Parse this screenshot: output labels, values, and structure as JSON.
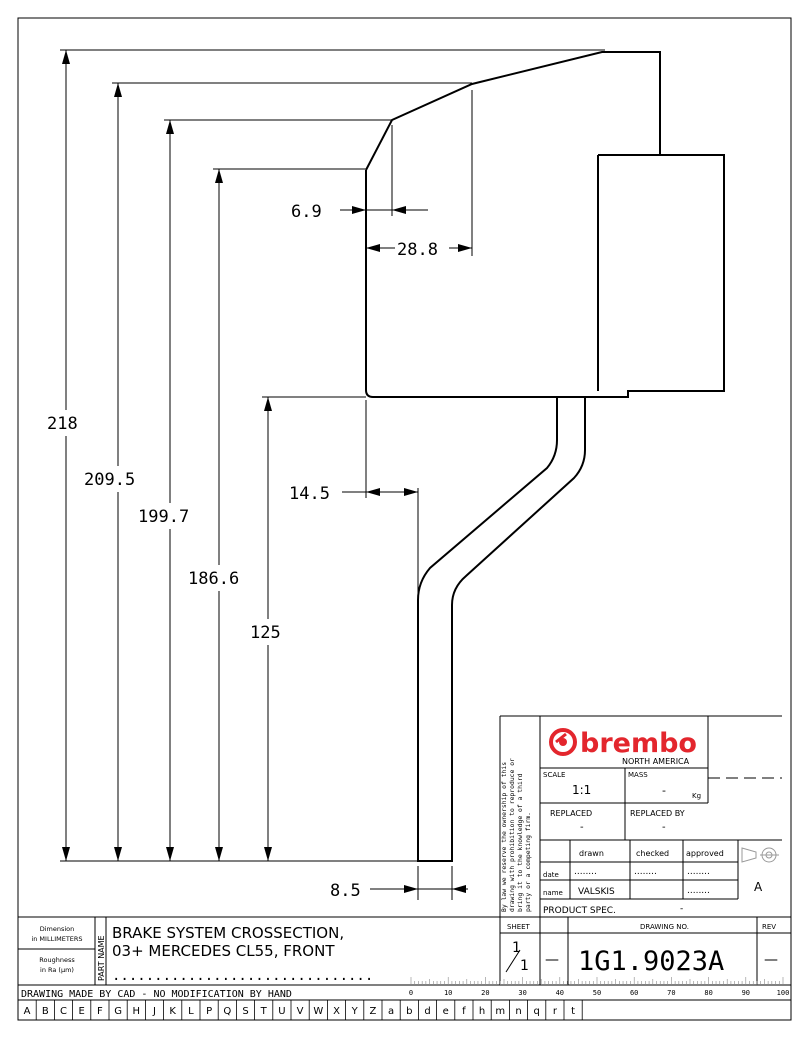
{
  "dimensions": {
    "d218": "218",
    "d209_5": "209.5",
    "d199_7": "199.7",
    "d186_6": "186.6",
    "d125": "125",
    "d6_9": "6.9",
    "d28_8": "28.8",
    "d14_5": "14.5",
    "d8_5": "8.5"
  },
  "title_block": {
    "brand": "brembo",
    "brand_sub": "NORTH AMERICA",
    "ownership_notice": [
      "By law we reserve the ownership of this",
      "drawing with prohibition to reproduce or",
      "bring it to the knowledge of a third",
      "party or a competing firm."
    ],
    "scale_label": "SCALE",
    "scale_value": "1:1",
    "mass_label": "MASS",
    "mass_value": "-",
    "mass_unit": "Kg",
    "replaced_label": "REPLACED",
    "replaced_value": "-",
    "replaced_by_label": "REPLACED BY",
    "replaced_by_value": "-",
    "col_drawn": "drawn",
    "col_checked": "checked",
    "col_approved": "approved",
    "row_date": "date",
    "row_name": "name",
    "dots": "........",
    "drawn_name": "VALSKIS",
    "rev_letter": "A",
    "product_spec_label": "PRODUCT SPEC.",
    "product_spec_value": "-",
    "sheet_label": "SHEET",
    "sheet_num": "1",
    "sheet_total": "1",
    "dash": "—",
    "drawing_no_label": "DRAWING NO.",
    "drawing_no": "1G1.9023A",
    "rev_label": "REV",
    "rev_value": "—",
    "dimension_unit_1": "Dimension",
    "dimension_unit_2": "in MILLIMETERS",
    "roughness_1": "Roughness",
    "roughness_2": "in Ra (µm)",
    "part_name_label": "PART NAME",
    "part_name_line1": "BRAKE SYSTEM CROSSECTION,",
    "part_name_line2": "03+ MERCEDES CL55, FRONT",
    "part_name_dots": "...............................",
    "cad_notice": "DRAWING MADE BY CAD - NO MODIFICATION BY HAND",
    "ruler_labels": [
      "0",
      "10",
      "20",
      "30",
      "40",
      "50",
      "60",
      "70",
      "80",
      "90",
      "100"
    ],
    "grid_letters": [
      "A",
      "B",
      "C",
      "E",
      "F",
      "G",
      "H",
      "J",
      "K",
      "L",
      "P",
      "Q",
      "S",
      "T",
      "U",
      "V",
      "W",
      "X",
      "Y",
      "Z",
      "a",
      "b",
      "d",
      "e",
      "f",
      "h",
      "m",
      "n",
      "q",
      "r",
      "t"
    ]
  },
  "colors": {
    "brand_red": "#e3262d",
    "line": "#000000"
  }
}
